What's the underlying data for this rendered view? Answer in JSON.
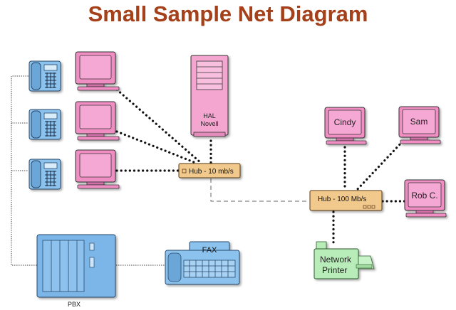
{
  "title": "Small Sample Net Diagram",
  "nodes": {
    "hal_server": {
      "line1": "HAL",
      "line2": "Novell"
    },
    "hub_10": "Hub - 10 mb/s",
    "hub_100": "Hub - 100 Mb/s",
    "cindy": "Cindy",
    "sam": "Sam",
    "rob": "Rob C.",
    "printer": {
      "line1": "Network",
      "line2": "Printer"
    },
    "fax": "FAX",
    "pbx": "PBX"
  },
  "colors": {
    "title": "#a4401a",
    "monitor": "#f08ec4",
    "server": "#f4a6d0",
    "hub": "#f2c98c",
    "phone": "#7cb6e8",
    "printer": "#b8ecb8"
  }
}
